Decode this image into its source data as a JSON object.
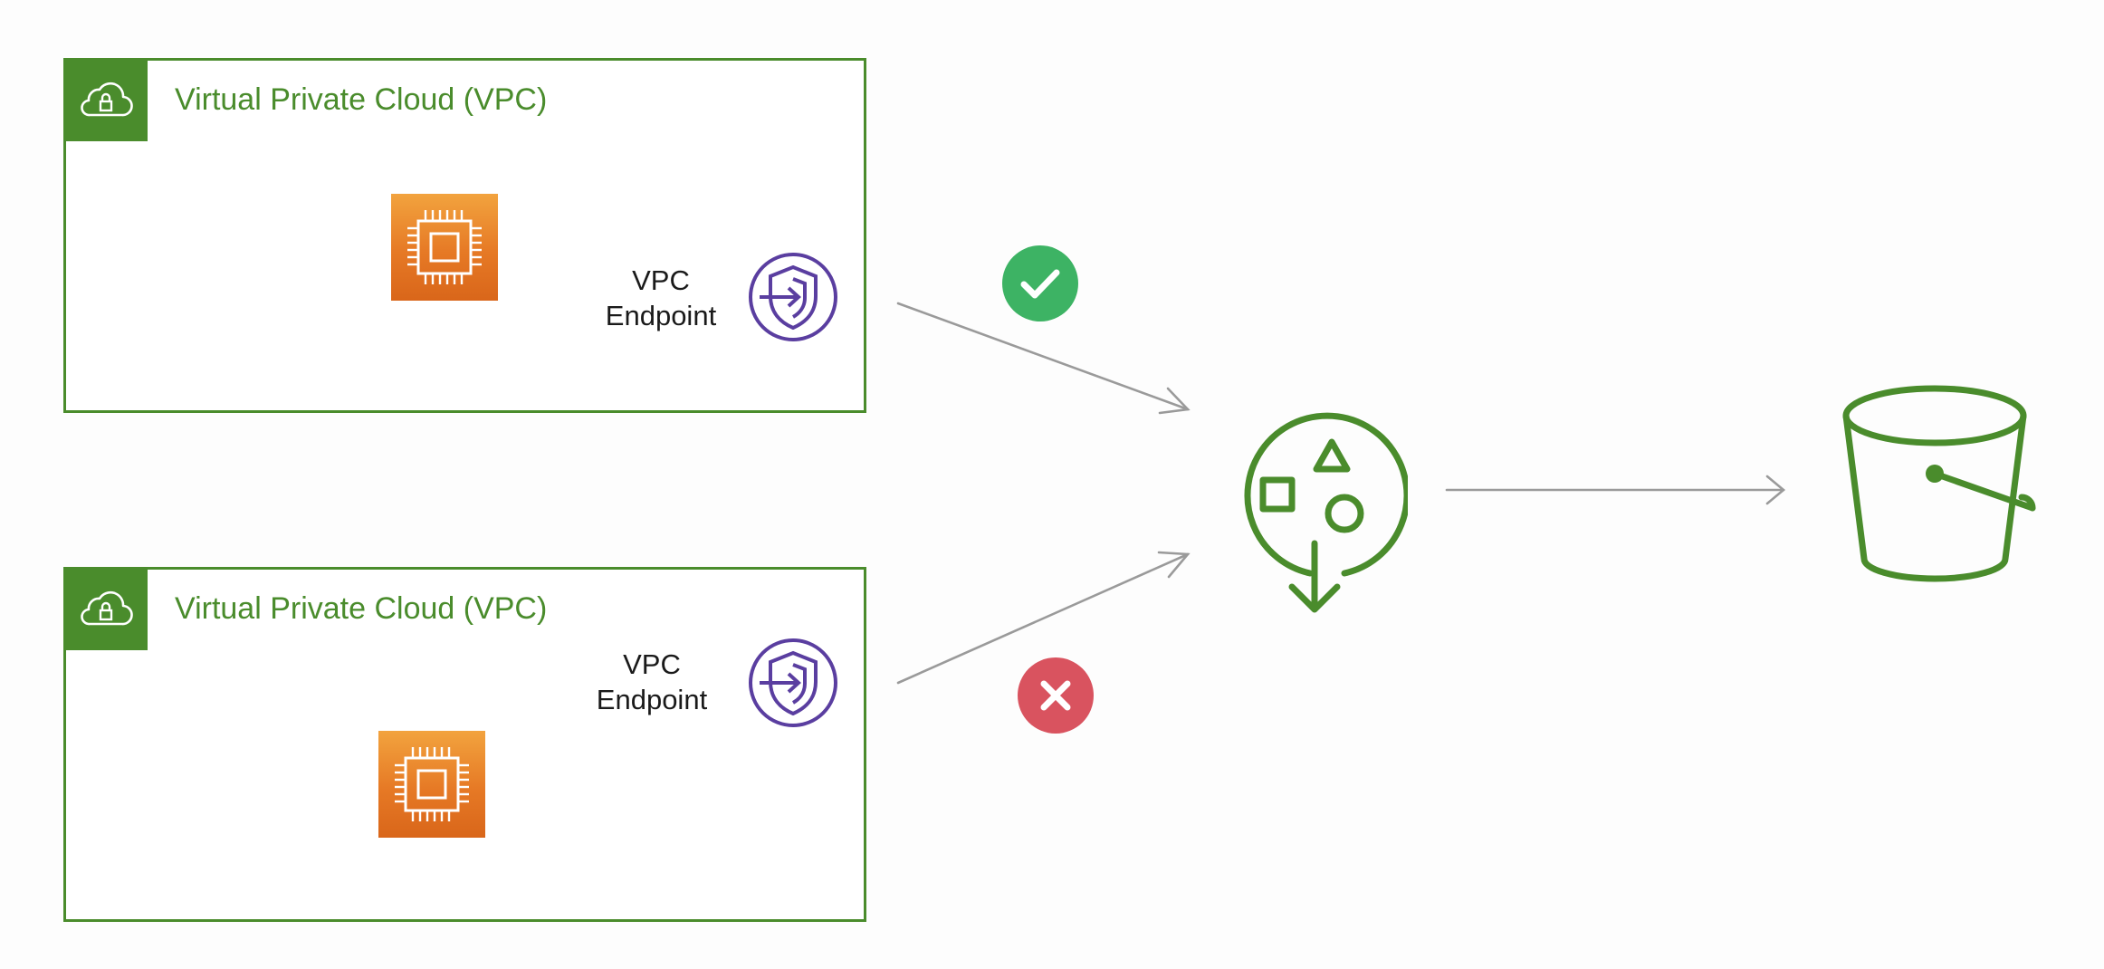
{
  "vpcs": [
    {
      "title": "Virtual Private Cloud (VPC)",
      "endpoint_label_line1": "VPC",
      "endpoint_label_line2": "Endpoint",
      "status": "allowed"
    },
    {
      "title": "Virtual Private Cloud (VPC)",
      "endpoint_label_line1": "VPC",
      "endpoint_label_line2": "Endpoint",
      "status": "denied"
    }
  ],
  "icons": {
    "vpc_badge": "cloud-lock-icon",
    "instance": "ec2-chip-icon",
    "endpoint": "shield-endpoint-icon",
    "policy": "bucket-policy-icon",
    "bucket": "s3-bucket-icon",
    "allowed": "check-icon",
    "denied": "cross-icon"
  },
  "colors": {
    "vpc_green": "#4a8c2c",
    "chip_orange": "#e67925",
    "endpoint_purple": "#5a3ea0",
    "allowed_green": "#3db364",
    "denied_red": "#d9535f",
    "arrow_gray": "#9a9a9a"
  }
}
